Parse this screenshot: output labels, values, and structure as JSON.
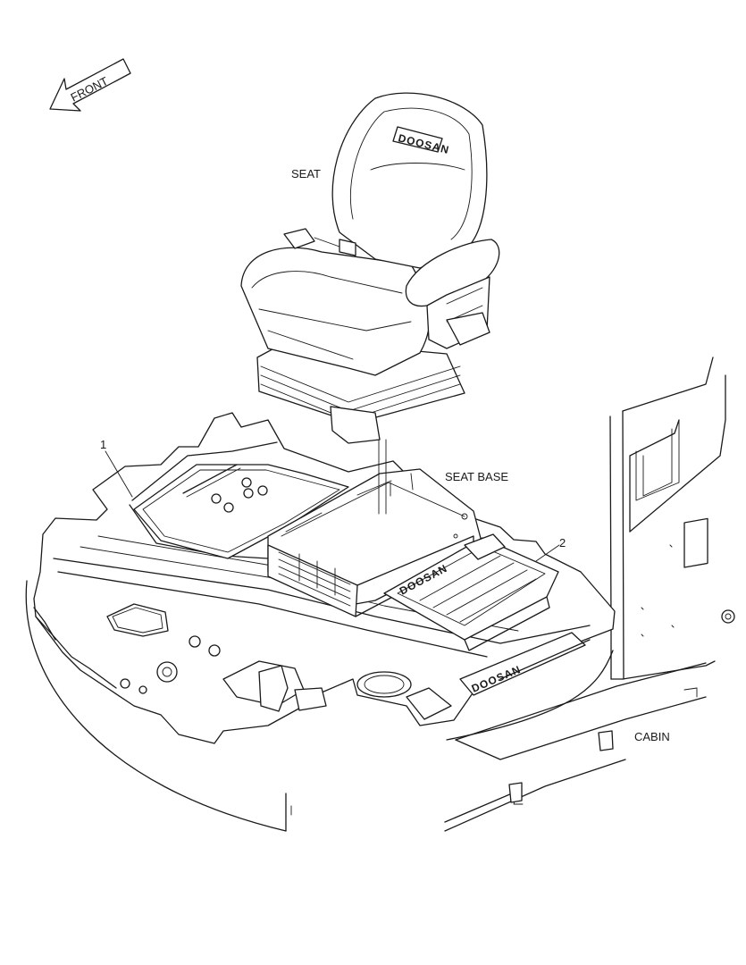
{
  "front_arrow": {
    "label": "FRONT"
  },
  "labels": {
    "seat": "SEAT",
    "seat_base": "SEAT BASE",
    "cabin": "CABIN",
    "callout_1": "1",
    "callout_2": "2"
  },
  "logos": {
    "seat_back": "DOOSAN",
    "tray": "DOOSAN",
    "floor_mat": "DOOSAN"
  }
}
